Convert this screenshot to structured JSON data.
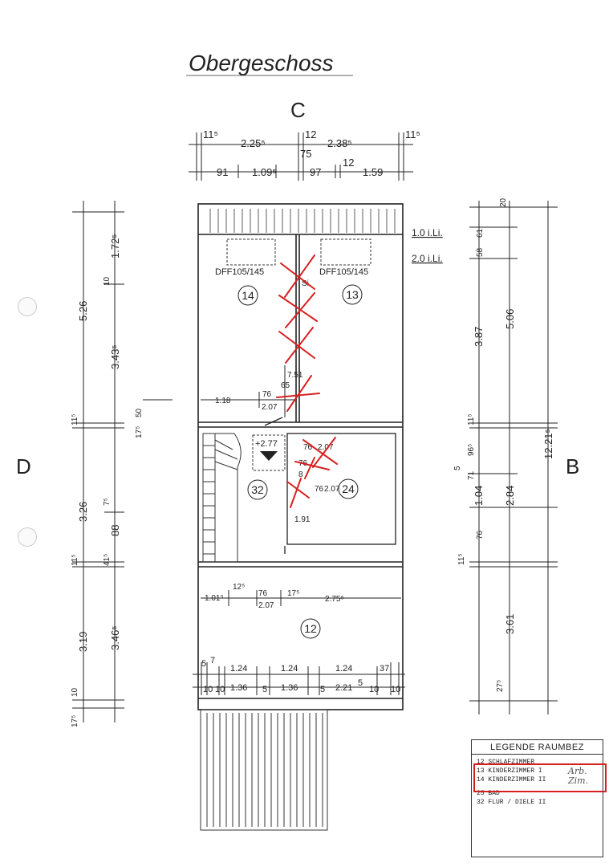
{
  "title": "Obergeschoss",
  "axes": {
    "top": "C",
    "left": "D",
    "right": "B"
  },
  "top_dims_row1": [
    "11⁵",
    "2.25⁵",
    "12",
    "2.38⁵",
    "11⁵"
  ],
  "top_dims_row1b": "75",
  "top_dims_row2": [
    "91",
    "1.09⁵",
    "97",
    "12",
    "1.59"
  ],
  "left_dims": [
    "5.26",
    "1.72⁵",
    "10",
    "3.43⁵",
    "11⁵",
    "50",
    "17⁵",
    "3.26",
    "7⁵",
    "88",
    "11⁵",
    "41⁵",
    "3.19",
    "3.46⁵",
    "10",
    "17⁵"
  ],
  "right_dims": [
    "20",
    "61",
    "58",
    "3.87",
    "5.06",
    "11⁵",
    "96⁵",
    "5",
    "71",
    "1.04",
    "2.84",
    "12.21⁵",
    "76",
    "11⁵",
    "3.61",
    "27⁵"
  ],
  "window_labels": [
    "1.0 i.Li.",
    "2.0 i.Li."
  ],
  "skylights": [
    "DFF105/145",
    "DFF105/145"
  ],
  "rooms": [
    "14",
    "13",
    "32",
    "24",
    "12"
  ],
  "level_marker": "+2.77",
  "inner_dims": {
    "upper": [
      "1.18",
      "76",
      "2.07",
      "65",
      "7.51",
      "Si"
    ],
    "bath": [
      "76",
      "2.07",
      "76",
      "8",
      "1.91",
      "76",
      "2.07"
    ],
    "lower": [
      "1.01⁵",
      "12⁵",
      "76",
      "2.07",
      "17⁵",
      "2.75⁵"
    ]
  },
  "bottom_dims_row1": [
    "5",
    "7",
    "1.24",
    "1.24",
    "1.24",
    "37"
  ],
  "bottom_dims_row2": [
    "10",
    "10",
    "1.36",
    "5",
    "1.36",
    "5",
    "2.21",
    "5",
    "10",
    "10"
  ],
  "legend": {
    "title": "LEGENDE RAUMBEZ",
    "rows": [
      "12 SCHLAFZIMMER",
      "13 KINDERZIMMER I",
      "14 KINDERZIMMER II",
      "25 BAD",
      "32 FLUR / DIELE II"
    ],
    "note": [
      "Arb.",
      "Zim."
    ]
  },
  "colors": {
    "line": "#222222",
    "mark": "#d62020",
    "pencil": "#777777"
  }
}
